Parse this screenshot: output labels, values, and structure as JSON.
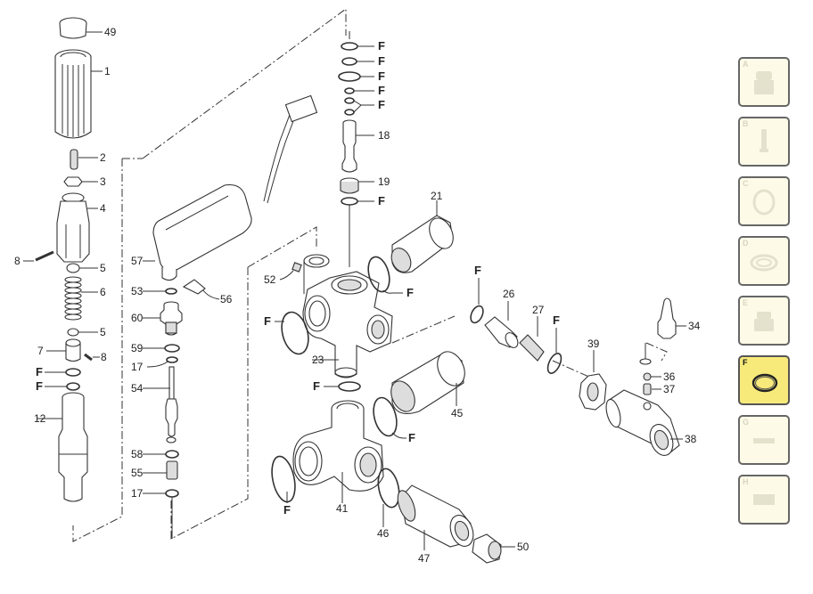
{
  "diagram": {
    "title": "Exploded parts diagram",
    "part_labels": {
      "p49": "49",
      "p1": "1",
      "p2": "2",
      "p3": "3",
      "p4": "4",
      "p8a": "8",
      "p5a": "5",
      "p6": "6",
      "p5b": "5",
      "p7": "7",
      "p8b": "8",
      "p12": "12",
      "p57": "57",
      "p53": "53",
      "p56": "56",
      "p60": "60",
      "p59": "59",
      "p17a": "17",
      "p54": "54",
      "p58": "58",
      "p55": "55",
      "p17b": "17",
      "p18": "18",
      "p19": "19",
      "p21": "21",
      "p52": "52",
      "p23": "23",
      "p26": "26",
      "p27": "27",
      "p39": "39",
      "p34": "34",
      "p36": "36",
      "p37": "37",
      "p38": "38",
      "p45": "45",
      "p41": "41",
      "p46": "46",
      "p47": "47",
      "p50": "50"
    },
    "f_label": "F"
  },
  "sidebar": {
    "categories": [
      {
        "letter": "A",
        "icon": "pump-head-icon",
        "active": false
      },
      {
        "letter": "B",
        "icon": "valve-stem-icon",
        "active": false
      },
      {
        "letter": "C",
        "icon": "o-ring-large-icon",
        "active": false
      },
      {
        "letter": "D",
        "icon": "seal-icon",
        "active": false
      },
      {
        "letter": "E",
        "icon": "manifold-icon",
        "active": false
      },
      {
        "letter": "F",
        "icon": "o-ring-icon",
        "active": true
      },
      {
        "letter": "G",
        "icon": "flat-gasket-icon",
        "active": false
      },
      {
        "letter": "H",
        "icon": "block-icon",
        "active": false
      }
    ]
  },
  "colors": {
    "active_tile": "#f7ea7a",
    "inactive_tile": "#fdfbe8",
    "tile_border": "#666666"
  }
}
